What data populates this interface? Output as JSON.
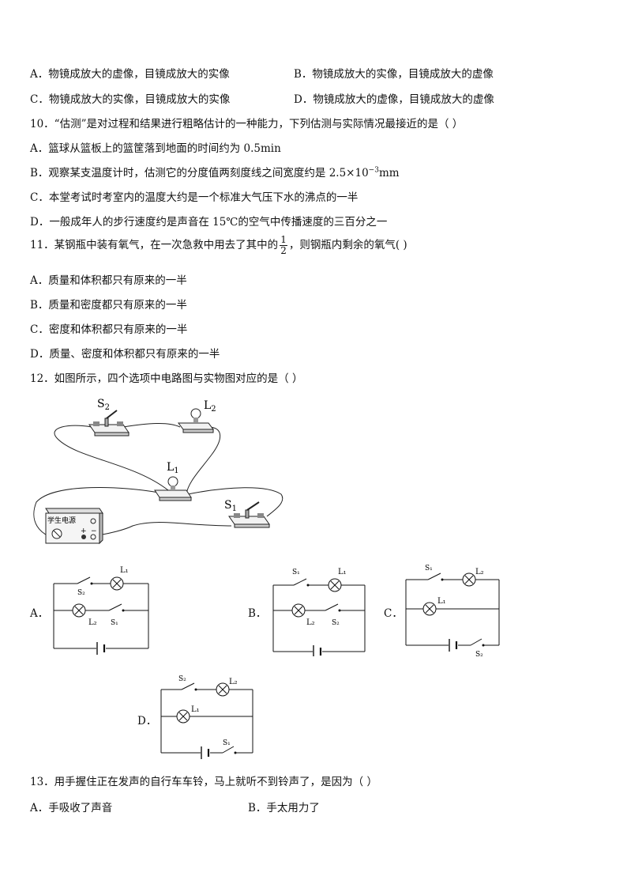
{
  "q9": {
    "a": "A．物镜成放大的虚像，目镜成放大的实像",
    "b": "B．物镜成放大的实像，目镜成放大的虚像",
    "c": "C．物镜成放大的实像，目镜成放大的实像",
    "d": "D．物镜成放大的虚像，目镜成放大的虚像"
  },
  "q10": {
    "stem": "10．“估测”是对过程和结果进行粗略估计的一种能力，下列估测与实际情况最接近的是（    ）",
    "a": "A．篮球从篮板上的篮筐落到地面的时间约为 0.5min",
    "b_pre": "B．观察某支温度计时，估测它的分度值两刻度线之间宽度约是 2.5×10",
    "b_sup": "−3",
    "b_post": "mm",
    "c": "C．本堂考试时考室内的温度大约是一个标准大气压下水的沸点的一半",
    "d": "D．一般成年人的步行速度约是声音在 15℃的空气中传播速度的三百分之一"
  },
  "q11": {
    "stem_pre": "11．某钢瓶中装有氧气，在一次急救中用去了其中的",
    "frac_num": "1",
    "frac_den": "2",
    "stem_post": "，则钢瓶内剩余的氧气(      )",
    "a": "A．质量和体积都只有原来的一半",
    "b": "B．质量和密度都只有原来的一半",
    "c": "C．密度和体积都只有原来的一半",
    "d": "D．质量、密度和体积都只有原来的一半"
  },
  "q12": {
    "stem": "12．如图所示，四个选项中电路图与实物图对应的是（        ）",
    "fig": {
      "s2": "S",
      "s2sub": "2",
      "l2": "L",
      "l2sub": "2",
      "l1": "L",
      "l1sub": "1",
      "s1": "S",
      "s1sub": "1",
      "power": "学生电源"
    },
    "options": {
      "a": {
        "label": "A．",
        "l1": "L₁",
        "l2": "L₂",
        "s1": "S₁",
        "s2": "S₂"
      },
      "b": {
        "label": "B．",
        "l1": "L₁",
        "l2": "L₂",
        "s1": "S₁",
        "s2": "S₂"
      },
      "c": {
        "label": "C．",
        "l1": "L₁",
        "l2": "L₂",
        "s1": "S₁",
        "s2": "S₂"
      },
      "d": {
        "label": "D．",
        "l1": "L₁",
        "l2": "L₂",
        "s1": "S₁",
        "s2": "S₂"
      }
    }
  },
  "q13": {
    "stem": "13．用手握住正在发声的自行车车铃，马上就听不到铃声了，是因为（        ）",
    "a": "A．手吸收了声音",
    "b": "B．手太用力了"
  }
}
